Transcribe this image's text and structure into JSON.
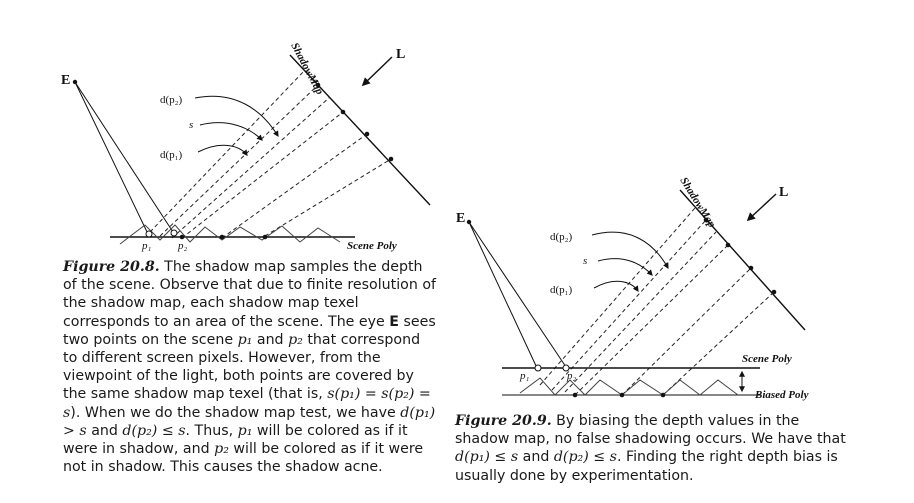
{
  "figure1": {
    "labels": {
      "eye": "E",
      "light": "L",
      "shadow_map": "ShadowMap",
      "d_p2": "d(p₂)",
      "s": "s",
      "d_p1": "d(p₁)",
      "p1": "p₁",
      "p2": "p₂",
      "scene_poly": "Scene Poly"
    },
    "caption": {
      "number": "Figure 20.8.",
      "t1": " The shadow map samples the depth of the scene. Observe that due to finite resolution of the shadow map, each shadow map texel corresponds to an area of the scene. The eye ",
      "eye": "E",
      "t2": " sees two points on the scene ",
      "p1": "p₁",
      "t3": " and ",
      "p2": "p₂",
      "t4": " that correspond to different screen pixels. However, from the viewpoint of the light, both points are covered by the same shadow map texel (that is, ",
      "eq1": "s(p₁) = s(p₂) = s",
      "t5": "). When we do the shadow map test, we have ",
      "eq2": "d(p₁) > s",
      "t6": " and ",
      "eq3": "d(p₂) ≤ s",
      "t7": ". Thus, ",
      "p1b": "p₁",
      "t8": " will be colored as if it were in shadow, and ",
      "p2b": "p₂",
      "t9": " will be colored as if it were not in shadow. This causes the shadow acne."
    }
  },
  "figure2": {
    "labels": {
      "eye": "E",
      "light": "L",
      "shadow_map": "ShadowMap",
      "d_p2": "d(p₂)",
      "s": "s",
      "d_p1": "d(p₁)",
      "p1": "p₁",
      "p2": "p₂",
      "scene_poly": "Scene Poly",
      "biased_poly": "Biased Poly"
    },
    "caption": {
      "number": "Figure 20.9.",
      "t1": " By biasing the depth values in the shadow map, no false shadowing occurs. We have that ",
      "eq1": "d(p₁) ≤ s",
      "t2": " and ",
      "eq2": "d(p₂) ≤ s",
      "t3": ". Finding the right depth bias is usually done by experimentation."
    }
  }
}
